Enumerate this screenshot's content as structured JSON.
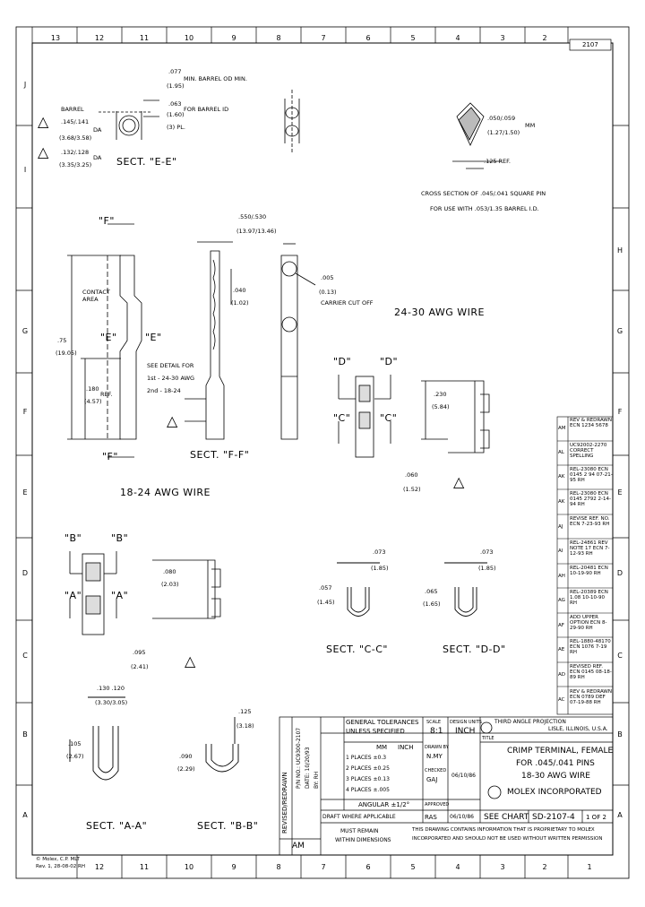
{
  "zone_numbers": [
    "13",
    "12",
    "11",
    "10",
    "9",
    "8",
    "7",
    "6",
    "5",
    "4",
    "3",
    "2",
    "1"
  ],
  "zone_letters": [
    "J",
    "I",
    "H",
    "G",
    "F",
    "E",
    "D",
    "C",
    "B",
    "A"
  ],
  "sheet_id": "2107",
  "callouts": {
    "dim_077": ".077",
    "dim_1_95": "(1.95)",
    "min_barrel_od": "MIN. BARREL OD MIN.",
    "dim_063": ".063",
    "dim_1_60": "(1.60)",
    "for_barrel_id": "FOR BARREL ID",
    "ref_pl": "(3) PL.",
    "barrel": "BARREL",
    "dia_a": ".145/.141",
    "dia_a_mm": "(3.68/3.58)",
    "dia_b": ".132/.128",
    "dia_b_mm": "(3.35/3.25)",
    "da": "DA",
    "sect_e": "SECT. \"E-E\"",
    "square_pin": ".050/.059",
    "square_pin_mm": "(1.27/1.50)",
    "mm": "MM",
    "ref": ".125 REF.",
    "cross_section": "CROSS SECTION OF .045/.041 SQUARE PIN",
    "for_use": "FOR USE WITH .053/1.35 BARREL I.D.",
    "f_arrow": "\"F\"",
    "dim_550": ".550/.530",
    "dim_550_mm": "(13.97/13.46)",
    "dim_040": ".040",
    "dim_1_02": "(1.02)",
    "dim_005": ".005",
    "dim_0_13": "(0.13)",
    "carrier_cutoff": "CARRIER CUT OFF",
    "wire_24_30": "24-30 AWG WIRE",
    "contact_area": "CONTACT AREA",
    "e_left": "\"E\"",
    "e_right": "\"E\"",
    "dim_75": ".75",
    "dim_19_0": "(19.05)",
    "dim_180": ".180",
    "dim_4_57": "(4.57)",
    "ref_label": "REF.",
    "see_detail": "SEE DETAIL FOR",
    "detail_line_2": "1st - 24-30 AWG",
    "detail_line_3": "2nd - 18-24",
    "f_bottom": "\"F\"",
    "sect_f": "SECT. \"F-F\"",
    "wire_18_24": "18-24 AWG WIRE",
    "d_left": "\"D\"",
    "d_right": "\"D\"",
    "c_left": "\"C\"",
    "c_right": "\"C\"",
    "dim_230": ".230",
    "dim_5_84": "(5.84)",
    "dim_060": ".060",
    "dim_1_52": "(1.52)",
    "b_left": "\"B\"",
    "b_right": "\"B\"",
    "a_left": "\"A\"",
    "a_right": "\"A\"",
    "dim_080": ".080",
    "dim_2_03": "(2.03)",
    "dim_095": ".095",
    "dim_2_41": "(2.41)",
    "dim_073": ".073",
    "dim_1_85": "(1.85)",
    "dim_073b": ".073",
    "dim_1_85b": "(1.85)",
    "dim_057": ".057",
    "dim_1_45": "(1.45)",
    "dim_065": ".065",
    "dim_1_65": "(1.65)",
    "sect_c": "SECT. \"C-C\"",
    "sect_d": "SECT. \"D-D\"",
    "dim_b": ".130 .120",
    "dim_b_mm": "(3.30/3.05)",
    "dim_125": ".125",
    "dim_3_18": "(3.18)",
    "dim_105": ".105",
    "dim_2_67": "(2.67)",
    "dim_090": ".090",
    "dim_2_29": "(2.29)",
    "sect_a": "SECT. \"A-A\"",
    "sect_b": "SECT. \"B-B\""
  },
  "revision_table": [
    {
      "rev": "AM",
      "text": "REV & REDRAWN ECN 1234 5678"
    },
    {
      "rev": "AL",
      "text": "UC92002-2270 CORRECT SPELLING"
    },
    {
      "rev": "AK",
      "text": "REL-23080 ECN 0145 2 94 07-21-95 RH"
    },
    {
      "rev": "AK",
      "text": "REL-23080 ECN 0145 2792 2-14-94 RH"
    },
    {
      "rev": "AJ",
      "text": "REVISE REF. NO. ECN 7-23-93 RH"
    },
    {
      "rev": "AI",
      "text": "REL-24861 REV NOTE 17 ECN 7-12-93 RH"
    },
    {
      "rev": "AH",
      "text": "REL-20481 ECN 10-19-90 RH"
    },
    {
      "rev": "AG",
      "text": "REL-20389 ECN 1.08 10-10-90 RH"
    },
    {
      "rev": "AF",
      "text": "ADD UPPER OPTION ECN 8-29-90 RH"
    },
    {
      "rev": "AE",
      "text": "REL-1880-48170 ECN 1076 7-19 RH"
    },
    {
      "rev": "AD",
      "text": "REVISED REF. ECN 0145 08-18-89 RH"
    },
    {
      "rev": "AC",
      "text": "REV & REDRAWN ECN 0789 DEF 07-19-88 RH"
    }
  ],
  "title_block": {
    "tolerance_header": "GENERAL TOLERANCES",
    "tolerance_sub": "UNLESS SPECIFIED",
    "mm_label": "MM",
    "inch_label": "INCH",
    "tol_places_1": "1 PLACES ±0.3",
    "tol_places_2": "2 PLACES ±0.25",
    "tol_places_3": "3 PLACES ±0.13",
    "tol_places_4": "4 PLACES ±.005",
    "angular": "ANGULAR ±1/2°",
    "third_angle": "THIRD ANGLE PROJECTION",
    "scale_label": "SCALE",
    "scale": "8:1",
    "design_units": "DESIGN UNITS",
    "units": "INCH",
    "drawn_by": "DRAWN BY",
    "drawn_name": "N.MY",
    "drawn_date": "06/10/86",
    "checked": "CHECKED",
    "checked_name": "GAJ",
    "approved": "APPROVED",
    "approved_name": "RAS",
    "approved_date": "06/10/86",
    "title_label": "TITLE",
    "title_1": "CRIMP TERMINAL, FEMALE",
    "title_2": "FOR .045/.041 PINS",
    "title_3": "18-30 AWG WIRE",
    "company": "MOLEX INCORPORATED",
    "location": "LISLE, ILLINOIS, U.S.A.",
    "material_label": "DRAFT WHERE APPLICABLE",
    "material_1": "MUST REMAIN",
    "material_2": "WITHIN DIMENSIONS",
    "see_chart": "SEE CHART",
    "doc_no": "SD-2107-4",
    "sheet": "1 OF 2",
    "proprietary_1": "THIS DRAWING CONTAINS INFORMATION THAT IS PROPRIETARY TO MOLEX",
    "proprietary_2": "INCORPORATED AND SHOULD NOT BE USED WITHOUT WRITTEN PERMISSION",
    "rev": "AM",
    "revised_label": "REVISED/REDRAWN",
    "stamp_1": "P/N NO.: UC9300-2107",
    "stamp_2": "DATE: 10/20/93",
    "stamp_3": "BY: RH",
    "corner_note_1": "© Molex, C.P. MLT",
    "corner_note_2": "Rev. 1, 28-08-02 RH"
  }
}
